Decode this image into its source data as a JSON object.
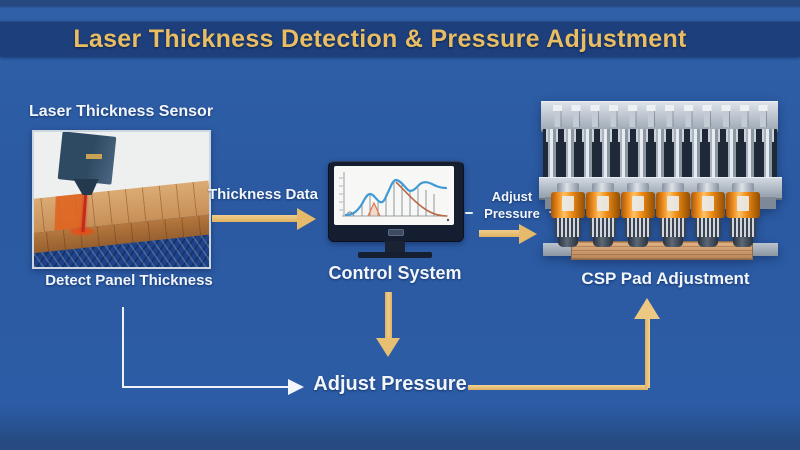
{
  "title": "Laser Thickness Detection & Pressure Adjustment",
  "sensor": {
    "heading": "Laser Thickness Sensor",
    "caption": "Detect Panel Thickness"
  },
  "flow": {
    "thickness_data": "Thickness Data",
    "control_system": "Control System",
    "adjust_pressure_line1": "Adjust",
    "adjust_pressure_line2": "Pressure",
    "csp_pad": "CSP Pad Adjustment",
    "adjust_pressure_bottom": "Adjust Pressure"
  },
  "colors": {
    "background": "#2b5aa2",
    "banner": "#1d3f7c",
    "title_gold": "#e9bd63",
    "arrow_gold": "#e5ba6b",
    "label_white": "#f2f6fb",
    "cylinder_orange": "#ee8a11",
    "laser_red": "#c32a1e",
    "wood_tan": "#c78f58"
  }
}
